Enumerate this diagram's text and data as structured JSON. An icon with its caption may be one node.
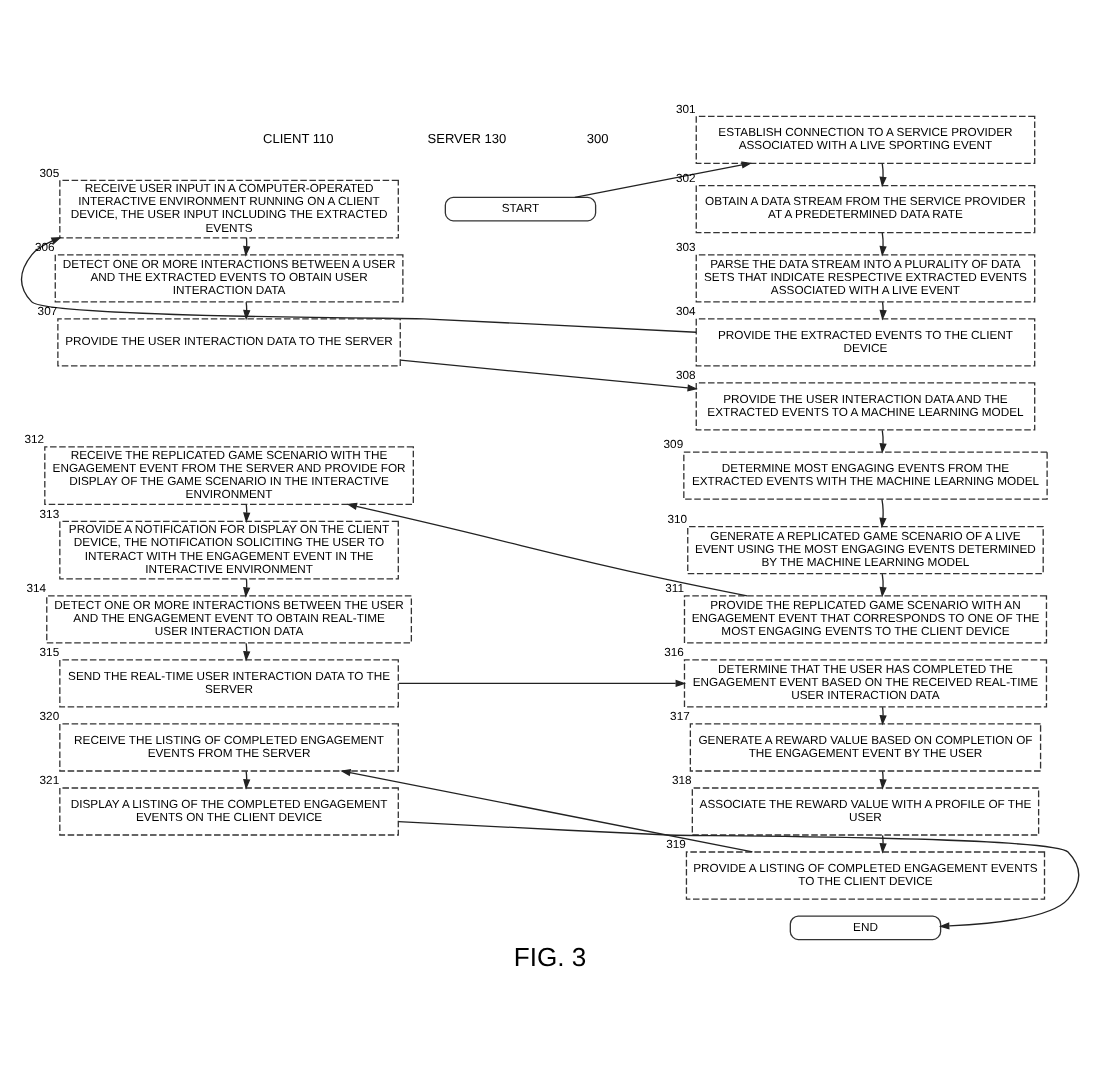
{
  "diagram": {
    "caption": "FIG. 3",
    "nodes": [
      {
        "text": [
          "START"
        ]
      },
      {
        "text": [
          "ESTABLISH CONNECTION TO A SERVICE PROVIDER ASSOCIATED WITH A LIVE SPORTING EVENT"
        ],
        "beside": [
          "301"
        ]
      },
      {
        "text": [
          "OBTAIN A DATA STREAM FROM THE SERVICE PROVIDER AT A PREDETERMINED DATA RATE"
        ],
        "beside": [
          "302"
        ]
      },
      {
        "text": [
          "PARSE THE DATA STREAM INTO A PLURALITY OF DATA SETS THAT INDICATE RESPECTIVE EXTRACTED EVENTS ASSOCIATED WITH A LIVE EVENT"
        ],
        "beside": [
          "303"
        ]
      },
      {
        "text": [
          "PROVIDE THE EXTRACTED EVENTS TO THE CLIENT DEVICE"
        ],
        "beside": [
          "304"
        ]
      },
      {
        "text": [
          "RECEIVE USER INPUT IN A COMPUTER-OPERATED INTERACTIVE ENVIRONMENT RUNNING ON A CLIENT DEVICE, THE USER INPUT INCLUDING THE EXTRACTED EVENTS"
        ],
        "beside": [
          "305"
        ]
      },
      {
        "text": [
          "DETECT ONE OR MORE INTERACTIONS BETWEEN A USER AND THE EXTRACTED EVENTS TO OBTAIN USER INTERACTION DATA"
        ],
        "beside": [
          "306"
        ]
      },
      {
        "text": [
          "PROVIDE THE USER INTERACTION DATA TO THE SERVER"
        ],
        "beside": [
          "307"
        ]
      },
      {
        "text": [
          "PROVIDE THE USER INTERACTION DATA AND THE EXTRACTED EVENTS TO A MACHINE LEARNING MODEL"
        ],
        "beside": [
          "308"
        ]
      },
      {
        "text": [
          "DETERMINE MOST ENGAGING EVENTS FROM THE EXTRACTED EVENTS WITH THE MACHINE LEARNING MODEL"
        ],
        "beside": [
          "309"
        ]
      },
      {
        "text": [
          "GENERATE A REPLICATED GAME SCENARIO OF A LIVE EVENT USING THE MOST ENGAGING EVENTS DETERMINED BY THE MACHINE LEARNING MODEL"
        ],
        "beside": [
          "310"
        ]
      },
      {
        "text": [
          "PROVIDE THE REPLICATED GAME SCENARIO WITH AN ENGAGEMENT EVENT THAT CORRESPONDS TO ONE OF THE MOST ENGAGING EVENTS TO THE CLIENT DEVICE"
        ],
        "beside": [
          "311"
        ]
      },
      {
        "text": [
          "RECEIVE THE REPLICATED GAME SCENARIO WITH THE ENGAGEMENT EVENT FROM THE SERVER AND PROVIDE FOR DISPLAY OF THE GAME SCENARIO IN THE INTERACTIVE ENVIRONMENT"
        ],
        "beside": [
          "312"
        ]
      },
      {
        "text": [
          "PROVIDE A NOTIFICATION FOR DISPLAY ON THE CLIENT DEVICE, THE NOTIFICATION SOLICITING THE USER TO INTERACT WITH THE ENGAGEMENT EVENT IN THE INTERACTIVE ENVIRONMENT"
        ],
        "beside": [
          "313"
        ]
      },
      {
        "text": [
          "DETECT ONE OR MORE INTERACTIONS BETWEEN THE USER AND THE ENGAGEMENT EVENT TO OBTAIN REAL-TIME USER INTERACTION DATA"
        ],
        "beside": [
          "314"
        ]
      },
      {
        "text": [
          "SEND THE REAL-TIME USER INTERACTION DATA TO THE SERVER"
        ],
        "beside": [
          "315"
        ]
      },
      {
        "text": [
          "DETERMINE THAT THE USER HAS COMPLETED THE ENGAGEMENT EVENT BASED ON THE RECEIVED REAL-TIME USER INTERACTION DATA"
        ],
        "beside": [
          "316"
        ]
      },
      {
        "text": [
          "GENERATE A REWARD VALUE BASED ON COMPLETION OF THE ENGAGEMENT EVENT BY THE USER"
        ],
        "beside": [
          "317"
        ]
      },
      {
        "text": [
          "ASSOCIATE THE REWARD VALUE WITH A PROFILE OF THE USER"
        ],
        "beside": [
          "318"
        ]
      },
      {
        "text": [
          "PROVIDE A LISTING OF COMPLETED ENGAGEMENT EVENTS TO THE CLIENT DEVICE"
        ],
        "beside": [
          "319"
        ]
      },
      {
        "text": [
          "RECEIVE THE LISTING OF COMPLETED ENGAGEMENT EVENTS FROM THE SERVER"
        ],
        "beside": [
          "320"
        ]
      },
      {
        "text": [
          "DISPLAY A LISTING OF THE COMPLETED ENGAGEMENT EVENTS ON THE CLIENT DEVICE"
        ],
        "beside": [
          "321"
        ]
      },
      {
        "text": [
          "END"
        ]
      }
    ],
    "edges": [
      {
        "from": 0,
        "to": 1,
        "arrow": "to"
      },
      {
        "from": 1,
        "to": 2,
        "arrow": "to"
      },
      {
        "from": 2,
        "to": 3,
        "arrow": "to"
      },
      {
        "from": 3,
        "to": 4,
        "arrow": "to"
      },
      {
        "from": 4,
        "to": 5,
        "arrow": "to"
      },
      {
        "from": 5,
        "to": 6,
        "arrow": "to"
      },
      {
        "from": 6,
        "to": 7,
        "arrow": "to"
      },
      {
        "from": 7,
        "to": 8,
        "arrow": "to"
      },
      {
        "from": 8,
        "to": 9,
        "arrow": "to"
      },
      {
        "from": 9,
        "to": 10,
        "arrow": "to"
      },
      {
        "from": 10,
        "to": 11,
        "arrow": "to"
      },
      {
        "from": 11,
        "to": 12,
        "arrow": "to"
      },
      {
        "from": 12,
        "to": 13,
        "arrow": "to"
      },
      {
        "from": 13,
        "to": 14,
        "arrow": "to"
      },
      {
        "from": 14,
        "to": 15,
        "arrow": "to"
      },
      {
        "from": 15,
        "to": 16,
        "arrow": "to"
      },
      {
        "from": 16,
        "to": 17,
        "arrow": "to"
      },
      {
        "from": 17,
        "to": 18,
        "arrow": "to"
      },
      {
        "from": 18,
        "to": 19,
        "arrow": "to"
      },
      {
        "from": 19,
        "to": 20,
        "arrow": "to"
      },
      {
        "from": 20,
        "to": 21,
        "arrow": "to"
      },
      {
        "from": 21,
        "to": 22,
        "arrow": "to"
      }
    ],
    "labels": [
      "CLIENT 110",
      "SERVER 130",
      "300"
    ]
  }
}
